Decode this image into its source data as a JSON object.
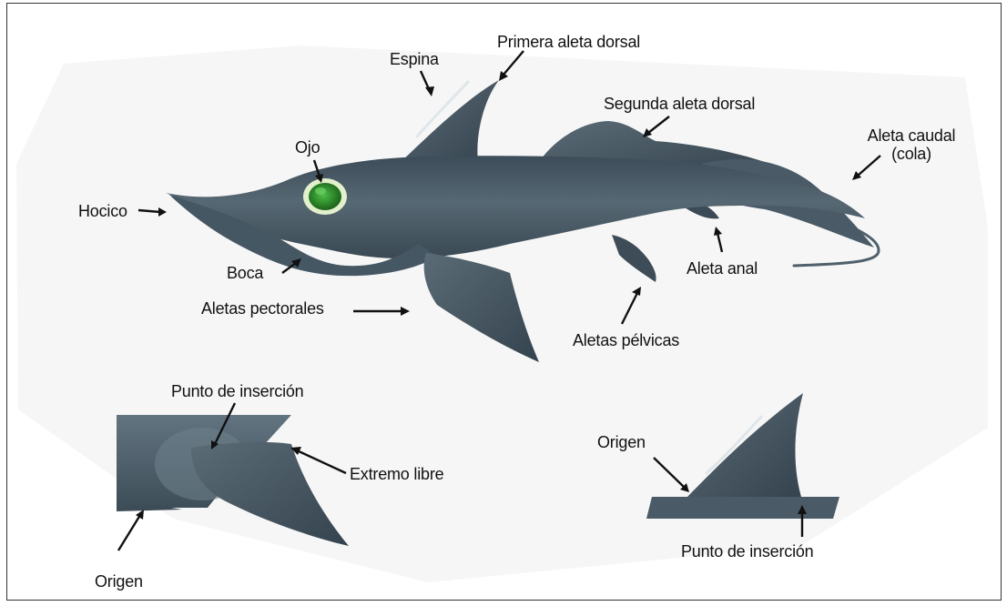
{
  "colors": {
    "fish_body": "#4e606c",
    "fish_dark": "#34434e",
    "fish_light": "#7e8e98",
    "eye_ring": "#e3f0cc",
    "eye_green": "#2f8a2c",
    "background_shape": "#f6f6f6",
    "border": "#333333",
    "arrow": "#111111"
  },
  "labels": {
    "espina": "Espina",
    "primera_dorsal": "Primera aleta dorsal",
    "segunda_dorsal": "Segunda aleta dorsal",
    "caudal_line1": "Aleta caudal",
    "caudal_line2": "(cola)",
    "ojo": "Ojo",
    "hocico": "Hocico",
    "boca": "Boca",
    "pectorales": "Aletas pectorales",
    "anal": "Aleta anal",
    "pelvicas": "Aletas pélvicas",
    "pectoral_insercion": "Punto de inserción",
    "pectoral_extremo": "Extremo libre",
    "pectoral_origen": "Origen",
    "dorsal_origen": "Origen",
    "dorsal_insercion": "Punto de inserción"
  }
}
